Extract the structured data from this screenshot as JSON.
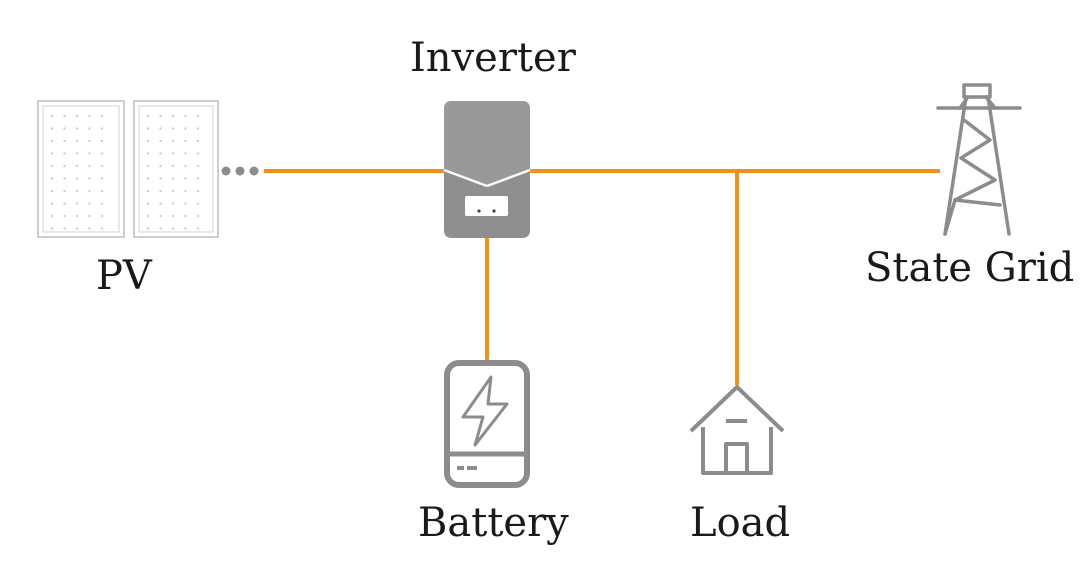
{
  "labels": {
    "inverter": "Inverter",
    "pv": "PV",
    "grid": "State Grid",
    "battery": "Battery",
    "load": "Load"
  },
  "colors": {
    "wire": "#f39019",
    "device": "#8c8c8c",
    "device_light": "#a8a8a8",
    "outline": "#7a7a7a"
  },
  "icons": {
    "pv": "solar-panel-icon",
    "inverter": "inverter-icon",
    "grid": "transmission-tower-icon",
    "battery": "battery-icon",
    "load": "house-icon"
  }
}
